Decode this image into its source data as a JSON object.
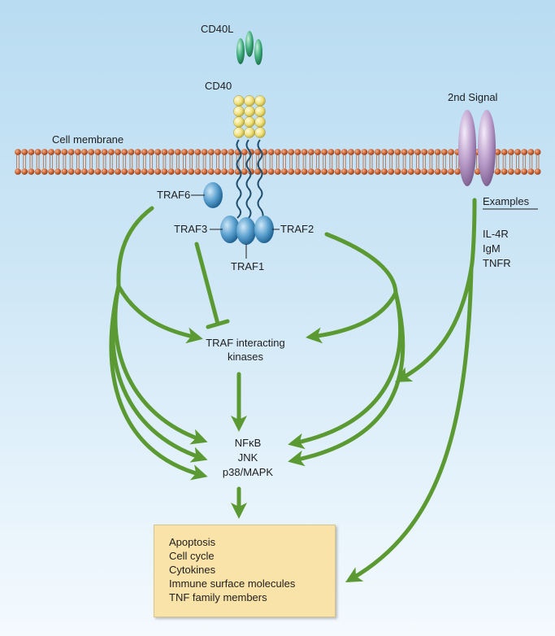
{
  "labels": {
    "cd40l": "CD40L",
    "cd40": "CD40",
    "cell_membrane": "Cell membrane",
    "second_signal": "2nd Signal",
    "traf6": "TRAF6",
    "traf3": "TRAF3",
    "traf2": "TRAF2",
    "traf1": "TRAF1",
    "examples_title": "Examples"
  },
  "examples": [
    "IL-4R",
    "IgM",
    "TNFR"
  ],
  "kinases": [
    "TRAF interacting",
    "kinases"
  ],
  "signaling": [
    "NFκB",
    "JNK",
    "p38/MAPK"
  ],
  "outcomes": [
    "Apoptosis",
    "Cell cycle",
    "Cytokines",
    "Immune surface molecules",
    "TNF family members"
  ],
  "colors": {
    "arrow": "#5b9a32",
    "membrane_head": "#c9602f",
    "cd40l": "#2f9a6f",
    "cd40_bead": "#efe07a",
    "traf": "#3f86b8",
    "second_signal": "#b79ac8",
    "outcome_box": "#f9e3a8"
  }
}
